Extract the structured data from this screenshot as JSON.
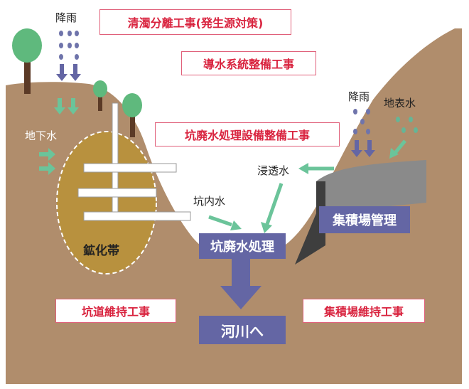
{
  "labels": {
    "rain_left": "降雨",
    "rain_right": "降雨",
    "surface_water": "地表水",
    "groundwater": "地下水",
    "seepage_water": "浸透水",
    "mine_water": "坑内水",
    "ore_zone": "鉱化帯"
  },
  "works": {
    "clean_separation": "清濁分離工事(発生源対策)",
    "conduit": "導水系統整備工事",
    "treatment_facility": "坑廃水処理設備整備工事",
    "tunnel_maintenance": "坑道維持工事",
    "storage_maintenance": "集積場維持工事"
  },
  "processes": {
    "storage_management": "集積場管理",
    "wastewater_treatment": "坑廃水処理",
    "to_river": "河川へ"
  },
  "colors": {
    "ground": "#b08d6c",
    "ore_zone": "#b8913e",
    "tree_leaf": "#5fb97d",
    "tree_trunk": "#5b3a26",
    "rain_drop": "#6f74ab",
    "rain_arrow": "#6466a4",
    "green_arrow": "#6bc49a",
    "surface_drop": "#66b596",
    "red_border": "#e0607a",
    "red_text": "#d9243f",
    "blue_box": "#6466a4",
    "storage_pile": "#8a8a8a",
    "storage_wall": "#3e3e3e"
  }
}
